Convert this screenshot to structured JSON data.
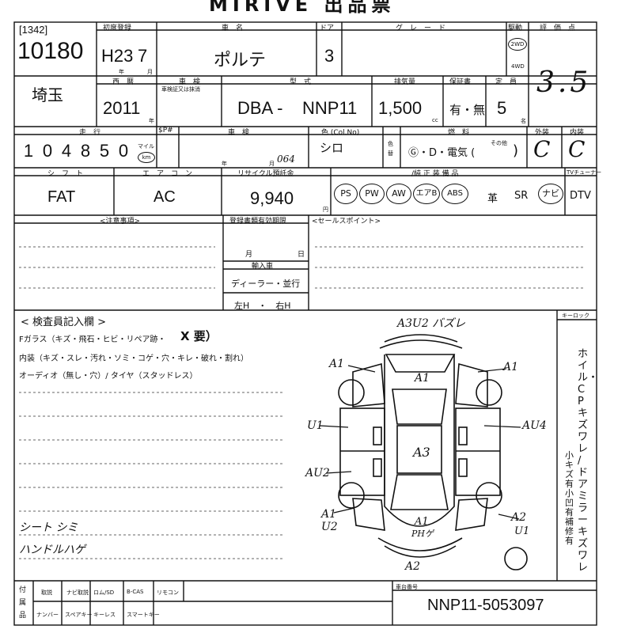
{
  "header": {
    "title": "MIRIVE 出品票",
    "lot_tag": "[1342]",
    "lot_number": "10180",
    "region": "埼玉"
  },
  "reg": {
    "label": "初度登録",
    "value": "H23",
    "month": "7",
    "year_unit": "年",
    "month_unit": "月",
    "western_label": "西　暦",
    "western_value": "2011",
    "year_suffix": "年"
  },
  "car": {
    "name_label": "車　名",
    "name": "ポルテ",
    "door_label": "ドア",
    "doors": "3",
    "grade_label": "グ　レ　ー　ド",
    "grade": "",
    "drive_label": "駆動",
    "drive_2wd": "2WD",
    "drive_4wd": "4WD",
    "score_label": "評　価　点",
    "score": "3.5",
    "inspect_label": "車　検",
    "inspect_note": "車検証又は抹消",
    "inspect_value": "",
    "model_label": "型　式",
    "model_prefix": "DBA -",
    "model": "NNP11",
    "displacement_label": "排気量",
    "displacement": "1,500",
    "displacement_unit": "cc",
    "warranty_label": "保証書",
    "warranty": "有・無",
    "capacity_label": "定　員",
    "capacity": "5",
    "capacity_unit": "名"
  },
  "row3": {
    "mileage_label": "走　行",
    "mileage_digits": [
      "1",
      "0",
      "4",
      "8",
      "5",
      "0"
    ],
    "mile_unit": "マイル",
    "km_unit": "km",
    "meter_label": "$P#",
    "shaken_label": "車　検",
    "year_unit": "年",
    "month_unit": "月",
    "color_label": "色 (Col.No)",
    "color": "シロ",
    "color_code": "064",
    "color_change": "色替",
    "fuel_label": "燃　料",
    "fuel_options": "Ⓖ・D・電気 (",
    "fuel_other": "その他",
    "fuel_close": ")",
    "exterior_label": "外装",
    "exterior": "C",
    "interior_label": "内装",
    "interior": "C"
  },
  "row4": {
    "shift_label": "シ　フ　ト",
    "shift": "FAT",
    "ac_label": "エ　ア　コ　ン",
    "ac": "AC",
    "recycle_label": "リサイクル預託金",
    "recycle": "9,940",
    "recycle_unit": "円",
    "equip_label": "/純 正 装 備 品",
    "equip": [
      "PS",
      "PW",
      "AW",
      "エアB",
      "ABS"
    ],
    "leather": "革",
    "sunroof": "SR",
    "navi": "ナビ",
    "dtv": "DTV",
    "tuner_label": "TVチューナー"
  },
  "notes": {
    "caution_label": "<注意事項>",
    "deadline_label": "登録書類有効期限",
    "month_unit": "月",
    "day_unit": "日",
    "import_label": "輸入車",
    "import_type": "ディーラー・並行",
    "steering": "左H　・　右H",
    "sales_label": "<セールスポイント>"
  },
  "inspector": {
    "label": "< 検査員記入欄 >",
    "glass": "Fガラス（キズ・飛石・ヒビ・リペア跡・",
    "glass_mark": "X 要）",
    "interior": "内装（キズ・スレ・汚れ・ソミ・コゲ・穴・キレ・破れ・割れ）",
    "audio": "オーディオ（無し・穴）/ タイヤ（スタッドレス）",
    "hand1": "シート シミ",
    "hand2": "ハンドルハゲ"
  },
  "diagram": {
    "top_note": "A3U2 バズレ",
    "key_label": "キーロック",
    "marks": [
      "A1",
      "A1",
      "A1",
      "A1",
      "U1",
      "AU4",
      "A3",
      "AU2",
      "A1",
      "A1",
      "U2",
      "PHゲ",
      "A2",
      "U1",
      "A2"
    ],
    "side_text": "ホイル・CPキズ ワレ / ドアミラーキズ ワレ",
    "side_text2": "小キズ有　小凹有　補修有"
  },
  "footer": {
    "accessories_label": "付属品",
    "items1": [
      "取説",
      "ナビ取説",
      "ロム/SD",
      "B-CAS",
      "リモコン"
    ],
    "items2": [
      "ナンバー",
      "スペアキー",
      "キーレス",
      "スマートキー"
    ],
    "chassis_label": "車台番号",
    "chassis": "NNP11-5053097"
  }
}
